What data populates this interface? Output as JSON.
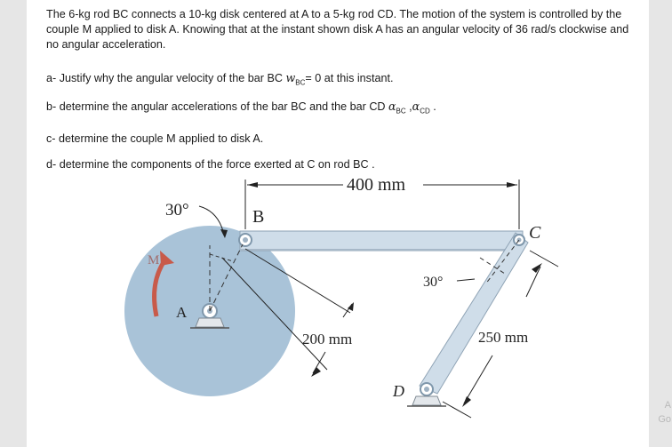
{
  "problem": {
    "statement": "The 6-kg rod BC connects a 10-kg disk centered at A to a 5-kg rod CD. The motion of the system is controlled by the couple M applied to disk A. Knowing that at the instant shown disk A has an angular velocity of 36 rad/s clockwise and no angular acceleration."
  },
  "questions": {
    "a": {
      "text": "a- Justify why the angular velocity of the bar BC ",
      "symbol": "w",
      "subscript": "BC",
      "tail": "= 0 at this instant."
    },
    "b": {
      "text": "b- determine the angular accelerations of the bar BC and the bar CD ",
      "symbol1": "α",
      "sub1": "BC",
      "sep": " ,",
      "symbol2": "α",
      "sub2": "CD",
      "tail": " ."
    },
    "c": {
      "text": "c- determine the couple M applied to disk A."
    },
    "d": {
      "text": "d- determine the components of the force exerted at C on rod BC ."
    }
  },
  "figure": {
    "dim_top": "400 mm",
    "angle_top": "30°",
    "angle_mid": "30°",
    "label_B": "B",
    "label_C": "C",
    "label_M": "M",
    "label_A": "A",
    "label_D": "D",
    "dim_radius": "200 mm",
    "dim_cd": "250 mm",
    "colors": {
      "disk": "#a9c3d8",
      "rod": "#cfdde9",
      "rod_edge": "#8fa3b5",
      "arrow": "#c85a4a",
      "ink": "#222222"
    }
  },
  "edge": {
    "text1": "A",
    "text2": "Go"
  }
}
